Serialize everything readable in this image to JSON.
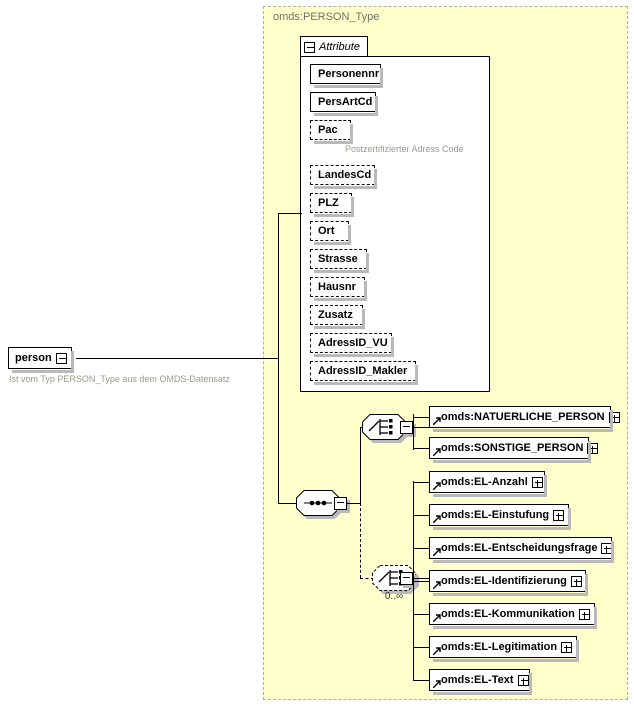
{
  "diagram": {
    "title": "omds:PERSON_Type",
    "root_element": {
      "name": "person",
      "annotation": "Ist vom Typ PERSON_Type aus dem OMDS-Datensatz",
      "toggle": "minus"
    },
    "attribute_group": {
      "label": "Attribute",
      "toggle": "minus",
      "attributes": [
        {
          "name": "Personennr",
          "optional": false,
          "width": 71,
          "annotation": ""
        },
        {
          "name": "PersArtCd",
          "optional": false,
          "width": 66,
          "annotation": ""
        },
        {
          "name": "Pac",
          "optional": true,
          "width": 41,
          "annotation": "Postzertifizierter Adress Code"
        },
        {
          "name": "LandesCd",
          "optional": true,
          "width": 65,
          "annotation": ""
        },
        {
          "name": "PLZ",
          "optional": true,
          "width": 42,
          "annotation": ""
        },
        {
          "name": "Ort",
          "optional": true,
          "width": 39,
          "annotation": ""
        },
        {
          "name": "Strasse",
          "optional": true,
          "width": 57,
          "annotation": ""
        },
        {
          "name": "Hausnr",
          "optional": true,
          "width": 55,
          "annotation": ""
        },
        {
          "name": "Zusatz",
          "optional": true,
          "width": 53,
          "annotation": ""
        },
        {
          "name": "AdressID_VU",
          "optional": true,
          "width": 82,
          "annotation": ""
        },
        {
          "name": "AdressID_Makler",
          "optional": true,
          "width": 106,
          "annotation": ""
        }
      ]
    },
    "compositors": {
      "sequence": {
        "type": "sequence",
        "toggle": "minus",
        "occurrence": ""
      },
      "choice_person": {
        "type": "choice",
        "toggle": "minus",
        "occurrence": ""
      },
      "choice_el": {
        "type": "choice",
        "toggle": "minus",
        "occurrence": "0..∞",
        "optional": true
      }
    },
    "person_choice_elements": [
      {
        "name": "omds:NATUERLICHE_PERSON",
        "toggle": "plus",
        "width": 182
      },
      {
        "name": "omds:SONSTIGE_PERSON",
        "toggle": "plus",
        "width": 160
      }
    ],
    "el_choice_elements": [
      {
        "name": "omds:EL-Anzahl",
        "toggle": "plus",
        "width": 116
      },
      {
        "name": "omds:EL-Einstufung",
        "toggle": "plus",
        "width": 140
      },
      {
        "name": "omds:EL-Entscheidungsfrage",
        "toggle": "plus",
        "width": 183
      },
      {
        "name": "omds:EL-Identifizierung",
        "toggle": "plus",
        "width": 157
      },
      {
        "name": "omds:EL-Kommunikation",
        "toggle": "plus",
        "width": 166
      },
      {
        "name": "omds:EL-Legitimation",
        "toggle": "plus",
        "width": 148
      },
      {
        "name": "omds:EL-Text",
        "toggle": "plus",
        "width": 101
      }
    ],
    "colors": {
      "panel_background": "#ffffcc",
      "panel_border": "#b0b0a0",
      "title_text": "#707060",
      "annotation_text": "#9a9a8a",
      "box_shadow": "#b9b9b9",
      "line": "#000000"
    }
  }
}
